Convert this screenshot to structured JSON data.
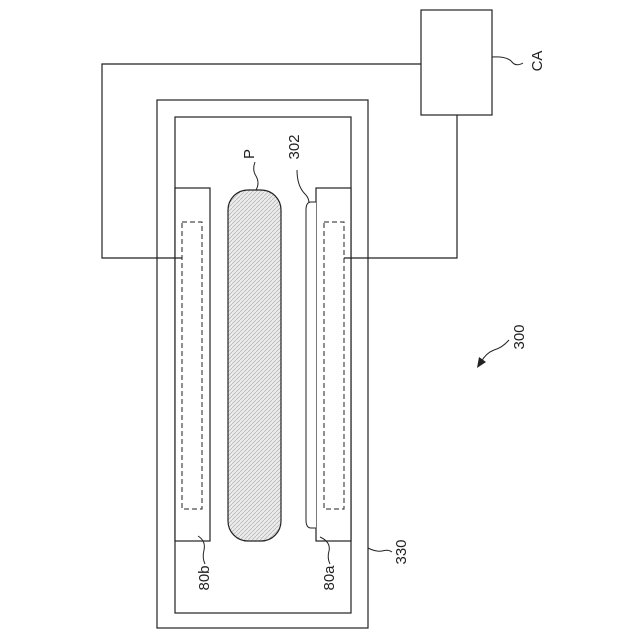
{
  "labels": {
    "controller": "CA",
    "particle": "P",
    "film": "302",
    "apparatus": "300",
    "right_electrode": "80a",
    "left_electrode": "80b",
    "chamber": "330"
  }
}
